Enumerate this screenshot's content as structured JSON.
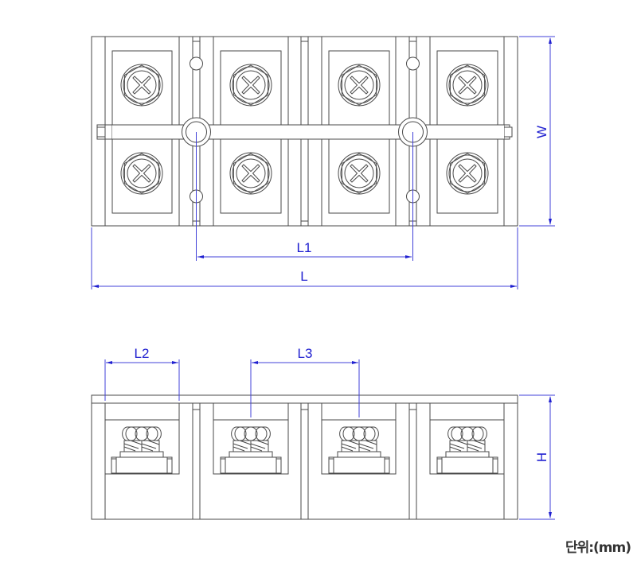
{
  "diagram": {
    "subject": "4-pole terminal block",
    "views": [
      "top-view",
      "front-view"
    ],
    "pole_count": 4,
    "colors": {
      "outline": "#4a4a4a",
      "dimension": "#4040d8",
      "dimension_text": "#2020d0",
      "background": "#ffffff"
    }
  },
  "dimensions": {
    "W": "W",
    "L1": "L1",
    "L": "L",
    "L2": "L2",
    "L3": "L3",
    "H": "H"
  },
  "unit_label": "단위:(mm)"
}
